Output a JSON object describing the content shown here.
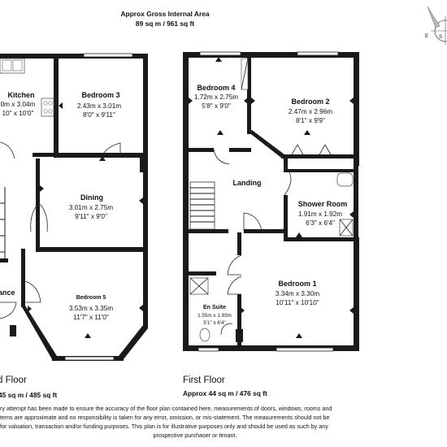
{
  "header": {
    "line1": "Approx Gross Internal Area",
    "line2": "89 sq m / 961 sq ft"
  },
  "compass": {
    "letters": [
      "E",
      "S"
    ]
  },
  "ground_floor": {
    "label": "d Floor",
    "area": "45 sq m / 485 sq ft",
    "rooms": {
      "kitchen": {
        "name": "Kitchen",
        "dim_m": "0m x 3.04m",
        "dim_ft": "10\" x 10'0\""
      },
      "bedroom3": {
        "name": "Bedroom 3",
        "dim_m": "2.43m x 3.01m",
        "dim_ft": "8'0\" x 9'11\""
      },
      "dining": {
        "name": "Dining",
        "dim_m": "3.01m x 2.75m",
        "dim_ft": "9'11\" x 9'0\""
      },
      "entrance": {
        "name": "ance"
      },
      "bedroom5": {
        "name": "Bedroom 5",
        "dim_m": "3.53m x 3.35m",
        "dim_ft": "11'7\" x 11'0\""
      }
    }
  },
  "first_floor": {
    "label": "First Floor",
    "area": "Approx 44 sq m / 476 sq ft",
    "rooms": {
      "bedroom4": {
        "name": "Bedroom 4",
        "dim_m": "1.72m x 2.75m",
        "dim_ft": "5'8\" x 9'0\""
      },
      "bedroom2": {
        "name": "Bedroom 2",
        "dim_m": "2.47m x 2.96m",
        "dim_ft": "8'1\" x 9'9\""
      },
      "landing": {
        "name": "Landing"
      },
      "shower": {
        "name": "Shower Room",
        "dim_m": "1.91m x 1.92m",
        "dim_ft": "6'3\" x 6'4\""
      },
      "ensuite": {
        "name": "En Suite",
        "dim_m": "1.55m x 1.93m",
        "dim_ft": "5'1\" x 6'4\""
      },
      "bedroom1": {
        "name": "Bedroom 1",
        "dim_m": "3.34m x 3.30m",
        "dim_ft": "10'11\" x 10'10\""
      }
    }
  },
  "disclaimer": [
    "ry attempt has been made to ensure the accuracy of the floor plan contained here, measurements of doors, windows, rooms and",
    "tems are approximate and no responsibility is taken for any error, omission, or mis-statement. The measurements should not be",
    "for valuation, transaction and/or funding purposes. This plan is for illustrative purposes only and should be used as such by any",
    "prospective purchaser or tenant."
  ]
}
